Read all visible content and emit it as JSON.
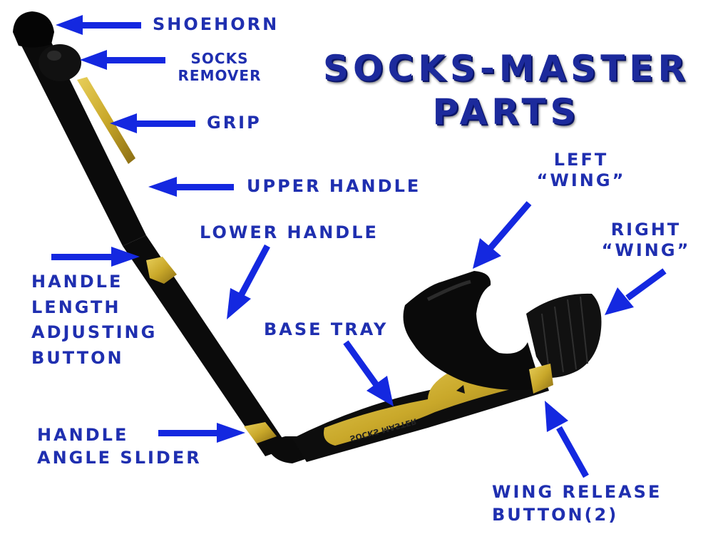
{
  "title": {
    "line1": "SOCKS-MASTER",
    "line2": "PARTS"
  },
  "labels": {
    "shoehorn": "SHOEHORN",
    "socks_remover_1": "SOCKS",
    "socks_remover_2": "REMOVER",
    "grip": "GRIP",
    "upper_handle": "UPPER HANDLE",
    "lower_handle": "LOWER HANDLE",
    "left_wing_1": "LEFT",
    "left_wing_2": "“WING”",
    "right_wing_1": "RIGHT",
    "right_wing_2": "“WING”",
    "handle_length_1": "HANDLE",
    "handle_length_2": "LENGTH",
    "handle_length_3": "ADJUSTING",
    "handle_length_4": "BUTTON",
    "base_tray": "BASE TRAY",
    "handle_angle_1": "HANDLE",
    "handle_angle_2": "ANGLE SLIDER",
    "wing_release_1": "WING RELEASE",
    "wing_release_2": "BUTTON(2)"
  },
  "product_imprint": "SOCKS MASTER",
  "colors": {
    "label": "#1f2fb0",
    "arrow": "#1428e0",
    "product_body": "#0d0d0d",
    "product_accent": "#c9a82a"
  }
}
